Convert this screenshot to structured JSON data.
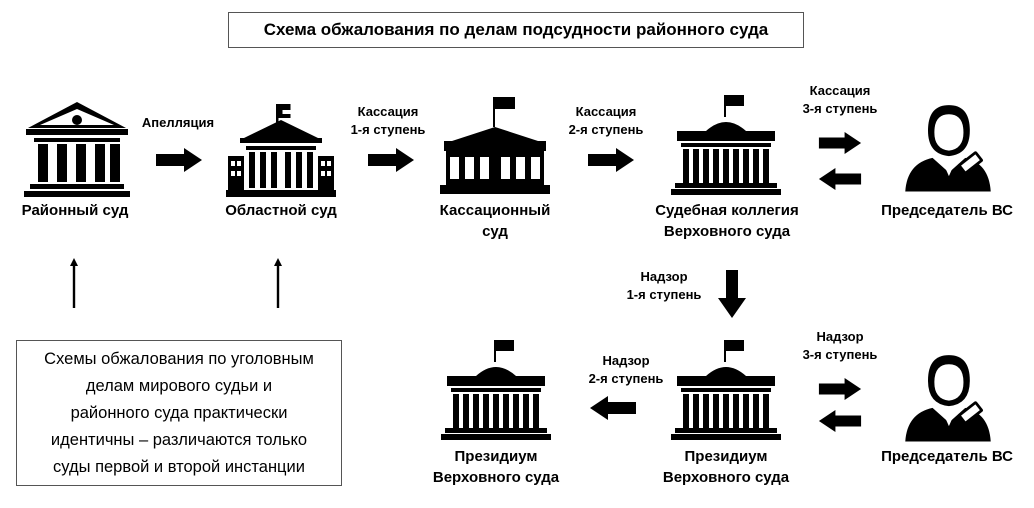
{
  "title": "Схема обжалования по делам подсудности районного суда",
  "nodes": {
    "district": "Районный суд",
    "regional": "Областной суд",
    "cassation_court": "Кассационный\nсуд",
    "judicial_board": "Судебная коллегия\nВерховного суда",
    "chairman_top": "Председатель ВС",
    "presidium_center": "Президиум\nВерховного суда",
    "presidium_left": "Президиум\nВерховного суда",
    "chairman_bottom": "Председатель ВС"
  },
  "edges": {
    "appeal": "Апелляция",
    "cassation1": "Кассация\n1-я ступень",
    "cassation2": "Кассация\n2-я ступень",
    "cassation3": "Кассация\n3-я ступень",
    "supervision1": "Надзор\n1-я ступень",
    "supervision2": "Надзор\n2-я ступень",
    "supervision3": "Надзор\n3-я ступень"
  },
  "note": "Схемы обжалования по уголовным\nделам мирового судьи и\nрайонного суда практически\nидентичны – различаются только\nсуды первой и второй инстанции"
}
